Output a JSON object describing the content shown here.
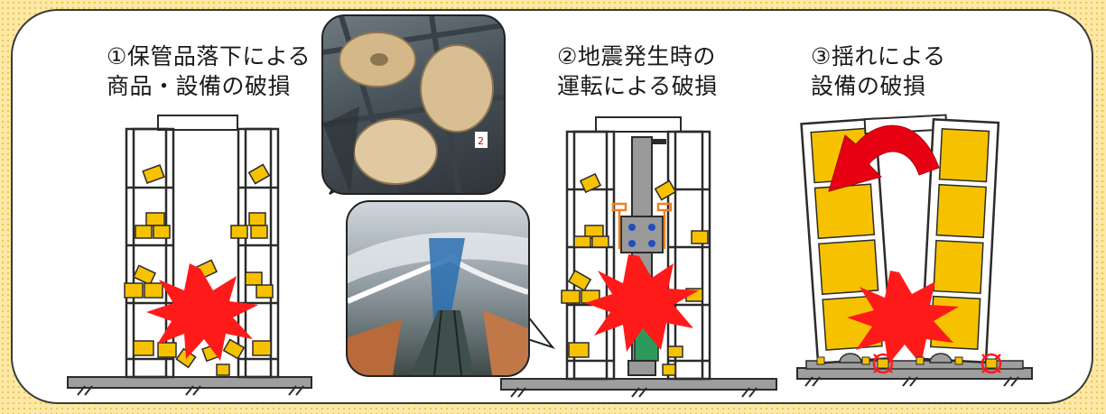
{
  "captions": [
    {
      "line1": "①保管品落下による",
      "line2": "商品・設備の破損"
    },
    {
      "line1": "②地震発生時の",
      "line2": "運転による破損"
    },
    {
      "line1": "③揺れによる",
      "line2": "設備の破損"
    }
  ],
  "photos": [
    {
      "id": "fallen-paper-rolls-photo",
      "subject": "fallen cylindrical paper rolls inside a damaged rack",
      "label": "2"
    },
    {
      "id": "collapsed-aisle-photo",
      "subject": "collapsed automated warehouse aisle with bent racks"
    }
  ],
  "colors": {
    "cargo": "#f6c200",
    "burst": "#ff1a1a",
    "frame": "#2b2b2b",
    "floor": "#9e9e9e",
    "arrow": "#e60012",
    "background_dots": "#f6c24a"
  },
  "icons": [
    "explosion-burst-icon",
    "tilt-arrow-icon",
    "anchor-break-icon"
  ]
}
